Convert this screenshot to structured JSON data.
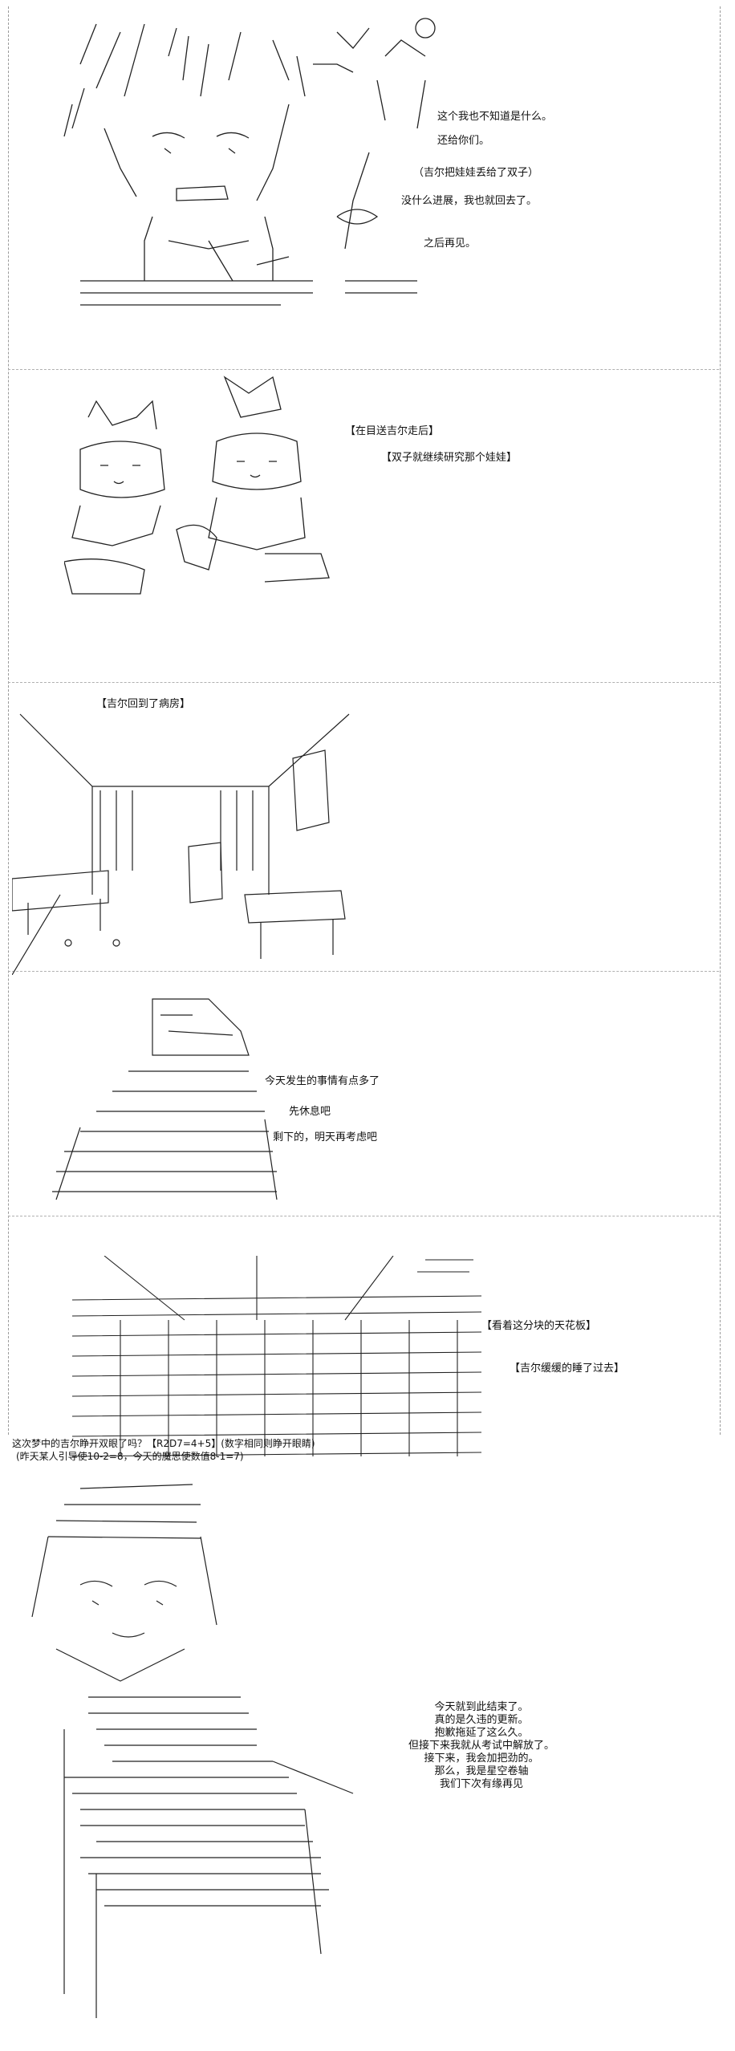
{
  "panel1": {
    "lines": [
      "这个我也不知道是什么。",
      "还给你们。",
      "（吉尔把娃娃丢给了双子）",
      "没什么进展，我也就回去了。",
      "之后再见。"
    ]
  },
  "panel2": {
    "lines": [
      "【在目送吉尔走后】",
      "【双子就继续研究那个娃娃】"
    ]
  },
  "panel3": {
    "lines": [
      "【吉尔回到了病房】"
    ]
  },
  "panel4": {
    "lines": [
      "今天发生的事情有点多了",
      "先休息吧",
      "剩下的，明天再考虑吧"
    ]
  },
  "panel5": {
    "lines": [
      "【看着这分块的天花板】",
      "【吉尔缓缓的睡了过去】"
    ]
  },
  "footer": {
    "line1": "这次梦中的吉尔睁开双眼了吗？【R2D7=4+5】(数字相同则睁开眼睛)",
    "line2": "(昨天某人引导使10-2=8，今天的魔思使数值8-1=7)"
  },
  "closing": {
    "lines": [
      "今天就到此结束了。",
      "真的是久违的更新。",
      "抱歉拖延了这么久。",
      "但接下来我就从考试中解放了。",
      "接下来，我会加把劲的。",
      "那么，我是星空卷轴",
      "我们下次有缘再见"
    ]
  },
  "colors": {
    "background": "#ffffff",
    "text": "#111111",
    "border": "#9a9a9a"
  }
}
